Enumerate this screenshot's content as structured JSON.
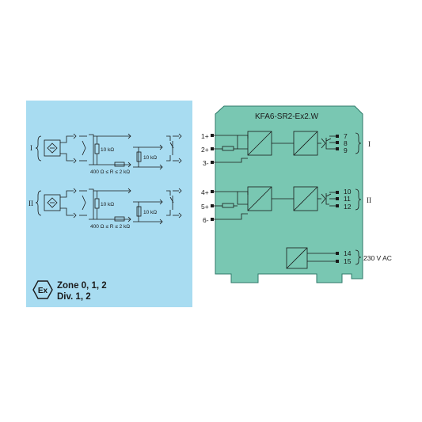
{
  "colors": {
    "left_panel_bg": "#a8dcf1",
    "module_bg": "#79c7b2",
    "module_border": "#2f7a6a",
    "line": "#1a1a1a"
  },
  "module": {
    "model": "KFA6-SR2-Ex2.W"
  },
  "input_terminals": [
    "1+",
    "2+",
    "3-",
    "4+",
    "5+",
    "6-"
  ],
  "output_channel_1": {
    "terminals": [
      "7",
      "8",
      "9"
    ],
    "label": "I"
  },
  "output_channel_2": {
    "terminals": [
      "10",
      "11",
      "12"
    ],
    "label": "II"
  },
  "power": {
    "terminals": [
      "14",
      "15"
    ],
    "label": "230 V AC"
  },
  "sensor_circuits": [
    {
      "label": "I",
      "r1": "10 kΩ",
      "r_range": "400 Ω ≤ R ≤ 2 kΩ",
      "r2": "10 kΩ"
    },
    {
      "label": "II",
      "r1": "10 kΩ",
      "r_range": "400 Ω ≤ R ≤ 2 kΩ",
      "r2": "10 kΩ"
    }
  ],
  "hazard": {
    "ex_symbol_text": "Ex",
    "zone_text": "Zone 0, 1, 2",
    "div_text": "Div. 1, 2"
  }
}
